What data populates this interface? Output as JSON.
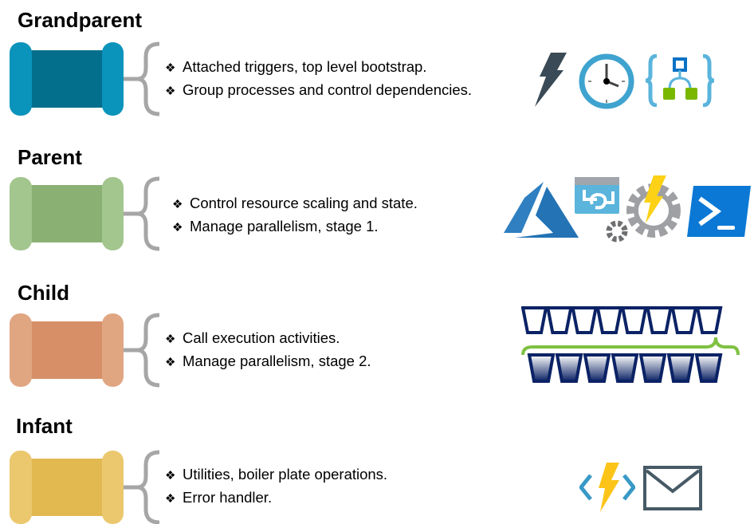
{
  "tiers": [
    {
      "title": "Grandparent",
      "cap_color": "#0a93bb",
      "body_color": "#036f8d",
      "items": [
        "Attached triggers, top level bootstrap.",
        "Group processes and control dependencies."
      ]
    },
    {
      "title": "Parent",
      "cap_color": "#a3c58e",
      "body_color": "#8ab173",
      "items": [
        "Control resource scaling and state.",
        "Manage parallelism, stage 1."
      ]
    },
    {
      "title": "Child",
      "cap_color": "#e0a682",
      "body_color": "#d68f66",
      "items": [
        "Call execution activities.",
        "Manage parallelism, stage 2."
      ]
    },
    {
      "title": "Infant",
      "cap_color": "#ebc86e",
      "body_color": "#e2b850",
      "items": [
        "Utilities, boiler plate operations.",
        "Error handler."
      ]
    }
  ],
  "bullet_glyph": "❖",
  "icons": {
    "grandparent": [
      "trigger-lightning-icon",
      "clock-icon",
      "logic-app-icon"
    ],
    "parent": [
      "azure-logo-icon",
      "automation-runbook-icon",
      "function-gear-icon",
      "powershell-icon"
    ],
    "child": [
      "parallel-buckets-icon"
    ],
    "infant": [
      "azure-function-code-icon",
      "email-icon"
    ]
  }
}
